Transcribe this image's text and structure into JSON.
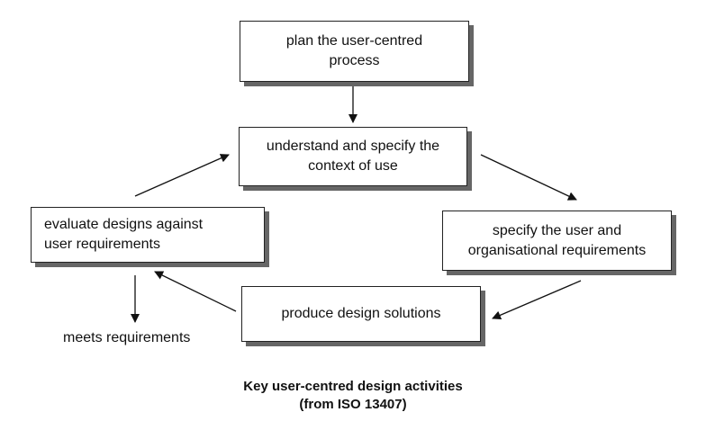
{
  "nodes": {
    "plan": "plan the user-centred\nprocess",
    "understand": "understand and specify the\ncontext of use",
    "specify": "specify the user and\norganisational requirements",
    "produce": "produce design solutions",
    "evaluate": "evaluate designs against\nuser requirements"
  },
  "outcome_label": "meets requirements",
  "caption": {
    "line1": "Key user-centred design activities",
    "line2": "(from ISO 13407)"
  },
  "colors": {
    "stroke": "#222222",
    "shadow": "#666666",
    "background": "#ffffff"
  }
}
